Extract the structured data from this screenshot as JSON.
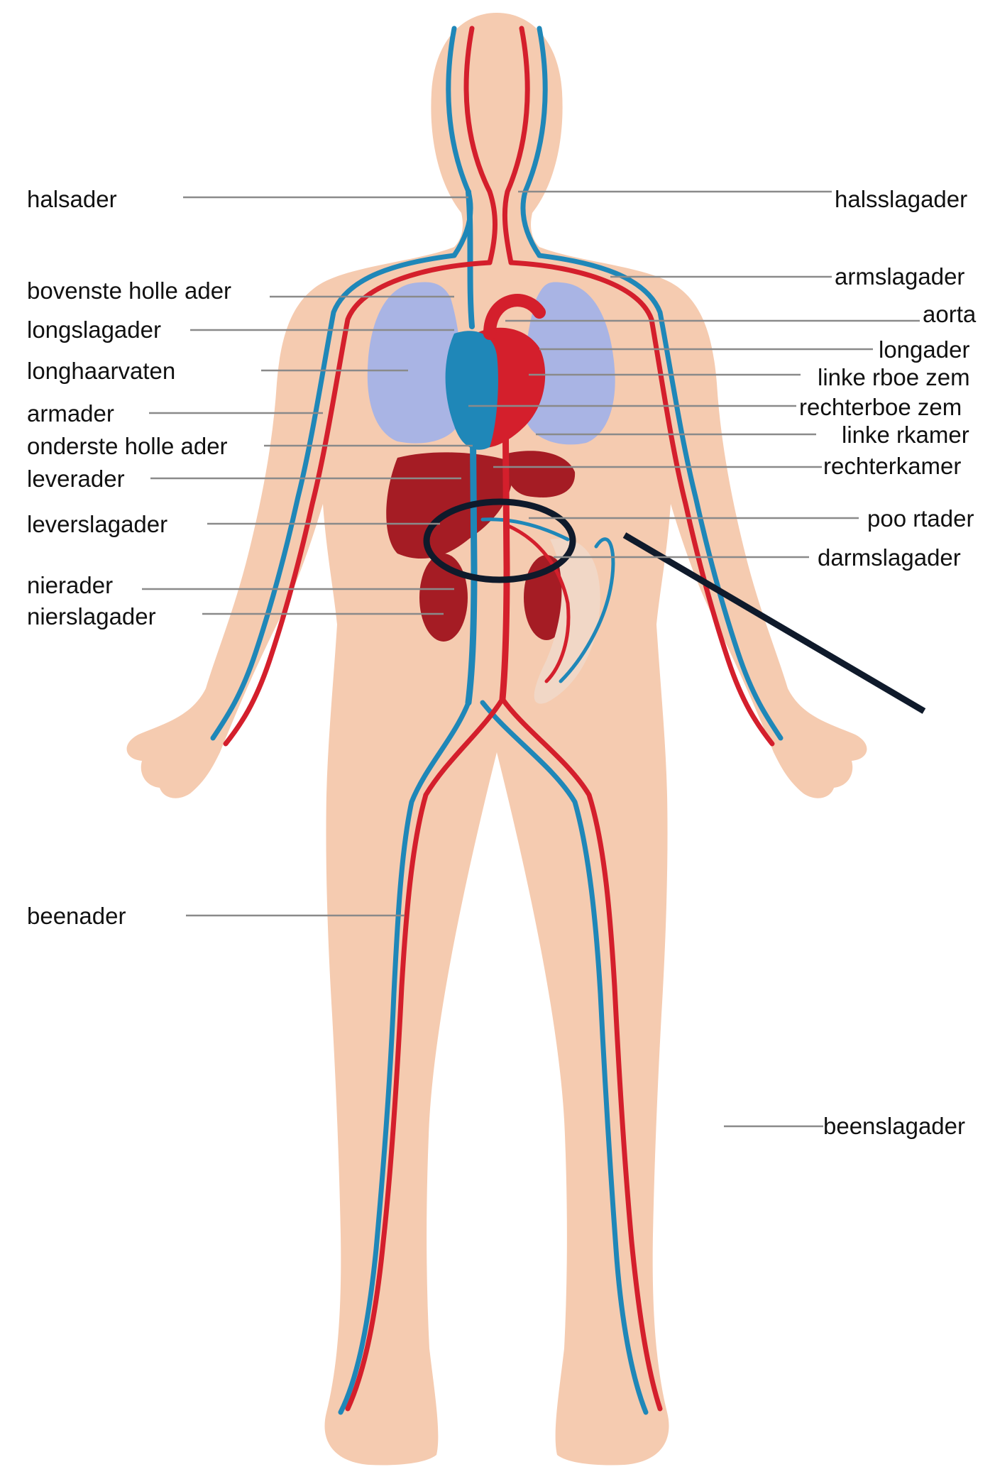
{
  "labels_left": [
    {
      "id": "halsader",
      "text": "halsader"
    },
    {
      "id": "bovenste-holle-ader",
      "text": "bovenste holle ader"
    },
    {
      "id": "longslagader",
      "text": "longslagader"
    },
    {
      "id": "longhaarvaten",
      "text": "longhaarvaten"
    },
    {
      "id": "armader",
      "text": "armader"
    },
    {
      "id": "onderste-holle-ader",
      "text": "onderste holle ader"
    },
    {
      "id": "leverader",
      "text": "leverader"
    },
    {
      "id": "leverslagader",
      "text": "leverslagader"
    },
    {
      "id": "nierader",
      "text": "nierader"
    },
    {
      "id": "nierslagader",
      "text": "nierslagader"
    },
    {
      "id": "beenader",
      "text": "beenader"
    }
  ],
  "labels_right": [
    {
      "id": "halsslagader",
      "text": "halsslagader"
    },
    {
      "id": "armslagader",
      "text": "armslagader"
    },
    {
      "id": "aorta",
      "text": "aorta"
    },
    {
      "id": "longader",
      "text": "longader"
    },
    {
      "id": "linkerboezem",
      "text": "linke rboe zem"
    },
    {
      "id": "rechterboezem",
      "text": "rechterboe zem"
    },
    {
      "id": "linkerkamer",
      "text": "linke rkamer"
    },
    {
      "id": "rechterkamer",
      "text": "rechterkamer"
    },
    {
      "id": "poortader",
      "text": "poo rtader"
    },
    {
      "id": "darmslagader",
      "text": "darmslagader"
    },
    {
      "id": "beenslagader",
      "text": "beenslagader"
    }
  ],
  "colors": {
    "skin": "#f5cbb0",
    "artery": "#d41f2c",
    "vein": "#1f87b8",
    "lungs": "#a9b4e4",
    "organ": "#a51c24",
    "highlight_ellipse": "#0f1a2b"
  },
  "annotation": {
    "shape": "ellipse-with-pointer-line"
  }
}
